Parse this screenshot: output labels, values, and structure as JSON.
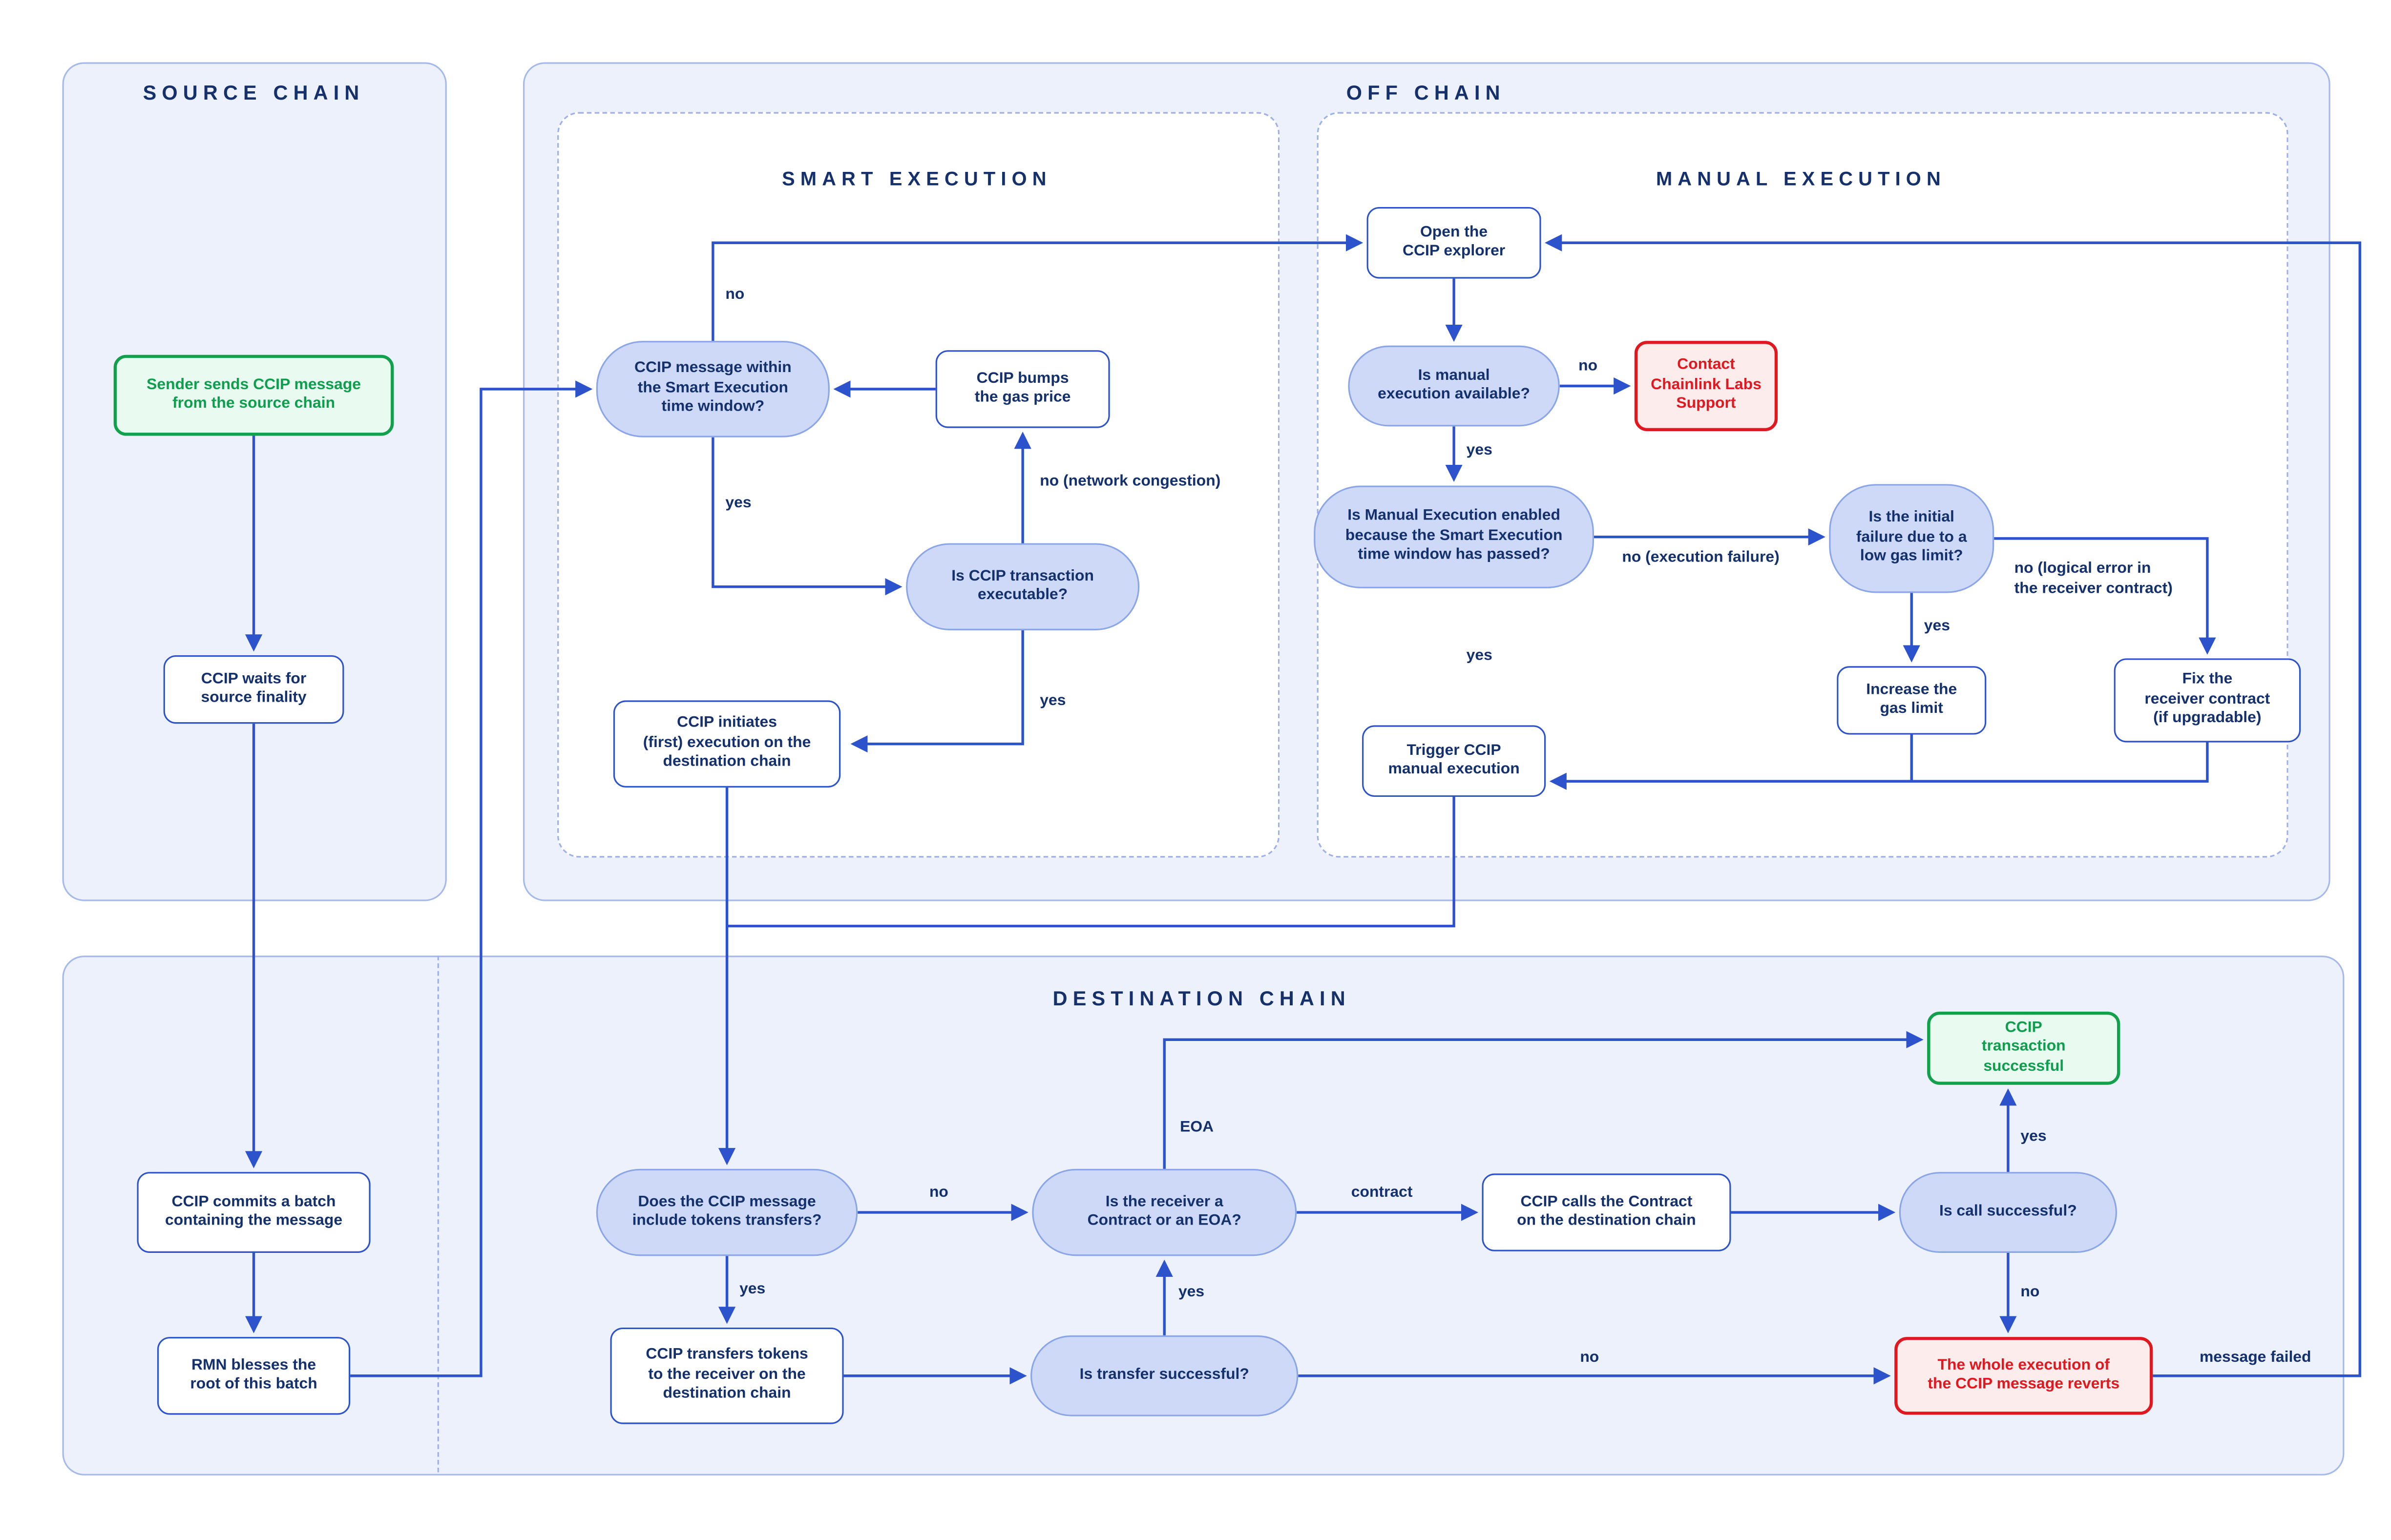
{
  "sections": {
    "source_chain": {
      "title": "SOURCE CHAIN"
    },
    "off_chain": {
      "title": "OFF CHAIN"
    },
    "smart_execution": {
      "title": "SMART EXECUTION"
    },
    "manual_execution": {
      "title": "MANUAL EXECUTION"
    },
    "destination_chain": {
      "title": "DESTINATION CHAIN"
    }
  },
  "nodes": {
    "sender": {
      "type": "start",
      "label": "Sender sends CCIP message\nfrom the source chain"
    },
    "waits_finality": {
      "type": "process",
      "label": "CCIP waits for\nsource finality"
    },
    "commits_batch": {
      "type": "process",
      "label": "CCIP commits a batch\ncontaining the message"
    },
    "rmn_blesses": {
      "type": "process",
      "label": "RMN blesses the\nroot of this batch"
    },
    "smart_window": {
      "type": "decision",
      "label": "CCIP message within\nthe Smart Execution\ntime window?"
    },
    "bumps_gas": {
      "type": "process",
      "label": "CCIP bumps\nthe gas price"
    },
    "executable": {
      "type": "decision",
      "label": "Is CCIP transaction\nexecutable?"
    },
    "initiates_execution": {
      "type": "process",
      "label": "CCIP initiates\n(first) execution on the\ndestination chain"
    },
    "open_explorer": {
      "type": "process",
      "label": "Open the\nCCIP explorer"
    },
    "manual_available": {
      "type": "decision",
      "label": "Is manual\nexecution available?"
    },
    "contact_support": {
      "type": "error",
      "label": "Contact\nChainlink Labs\nSupport"
    },
    "manual_enabled": {
      "type": "decision",
      "label": "Is Manual Execution enabled\nbecause the Smart Execution\ntime window has passed?"
    },
    "initial_failure": {
      "type": "decision",
      "label": "Is the initial\nfailure due to a\nlow gas limit?"
    },
    "increase_gas": {
      "type": "process",
      "label": "Increase the\ngas limit"
    },
    "fix_receiver": {
      "type": "process",
      "label": "Fix the\nreceiver contract\n(if upgradable)"
    },
    "trigger_manual": {
      "type": "process",
      "label": "Trigger CCIP\nmanual execution"
    },
    "includes_tokens": {
      "type": "decision",
      "label": "Does the CCIP message\ninclude tokens transfers?"
    },
    "receiver_type": {
      "type": "decision",
      "label": "Is the receiver a\nContract or an EOA?"
    },
    "calls_contract": {
      "type": "process",
      "label": "CCIP calls the Contract\non the destination chain"
    },
    "call_successful": {
      "type": "decision",
      "label": "Is call successful?"
    },
    "tx_successful": {
      "type": "success",
      "label": "CCIP\ntransaction successful"
    },
    "transfers_tokens": {
      "type": "process",
      "label": "CCIP transfers tokens\nto the receiver on the\ndestination chain"
    },
    "transfer_successful": {
      "type": "decision",
      "label": "Is transfer successful?"
    },
    "execution_reverts": {
      "type": "error",
      "label": "The whole execution of\nthe CCIP message reverts"
    }
  },
  "edge_labels": {
    "no_within_window": "no",
    "yes_within_window": "yes",
    "no_network_congestion": "no (network congestion)",
    "yes_executable": "yes",
    "no_manual_available": "no",
    "yes_manual_available": "yes",
    "no_execution_failure": "no (execution failure)",
    "yes_enabled": "yes",
    "yes_low_gas": "yes",
    "no_logical_error": "no (logical error in\nthe receiver contract)",
    "no_tokens": "no",
    "yes_tokens": "yes",
    "eoa": "EOA",
    "contract": "contract",
    "yes_transfer": "yes",
    "no_transfer": "no",
    "yes_call": "yes",
    "no_call": "no",
    "message_failed": "message failed"
  },
  "colors": {
    "arrow": "#2d53cc",
    "panel_bg": "#edf1fc",
    "panel_border": "#a6b9ec",
    "dashed_border": "#9db0ea",
    "decision_bg": "#cdd9f7",
    "decision_border": "#8ba5e9",
    "text_navy": "#14316e",
    "success_green": "#13a04c",
    "error_red": "#e0181f"
  }
}
